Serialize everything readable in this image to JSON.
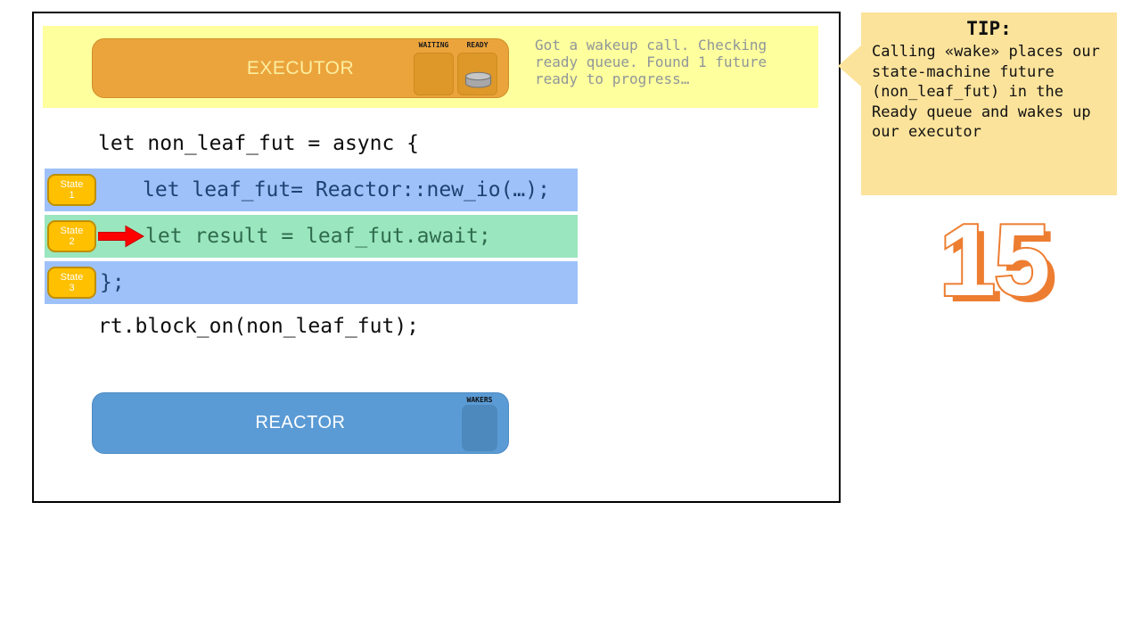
{
  "executor": {
    "title": "EXECUTOR",
    "waiting_label": "WAITING",
    "ready_label": "READY",
    "status_message": "Got a wakeup call. Checking ready queue. Found 1 future ready to progress…"
  },
  "code": {
    "open_line": "let non_leaf_fut = async {",
    "rows": [
      {
        "state_word": "State",
        "state_num": "1",
        "text": "let leaf_fut= Reactor::new_io(…);",
        "highlight": "blue"
      },
      {
        "state_word": "State",
        "state_num": "2",
        "text": "let result = leaf_fut.await;",
        "highlight": "green",
        "has_arrow": true
      },
      {
        "state_word": "State",
        "state_num": "3",
        "text": "};",
        "highlight": "blue"
      }
    ],
    "close_line": "rt.block_on(non_leaf_fut);"
  },
  "reactor": {
    "title": "REACTOR",
    "wakers_label": "WAKERS"
  },
  "tip": {
    "title": "TIP:",
    "body": "Calling «wake» places our state-machine future (non_leaf_fut) in the Ready queue and wakes up our executor"
  },
  "slide_number": "15",
  "colors": {
    "banner_yellow": "#feff9d",
    "executor_orange": "#eba43c",
    "executor_slot_orange": "#dd9829",
    "reactor_blue": "#5b9bd5",
    "reactor_slot_blue": "#4e89be",
    "row_blue": "#9ec1f9",
    "row_green": "#9ae6be",
    "code_navy": "#1d4373",
    "code_green": "#2e6b4e",
    "state_badge": "#ffc000",
    "tip_amber": "#fce39b",
    "slide_number_orange": "#ed7d31",
    "arrow_red": "#ff0000",
    "status_gray": "#8f969a"
  }
}
